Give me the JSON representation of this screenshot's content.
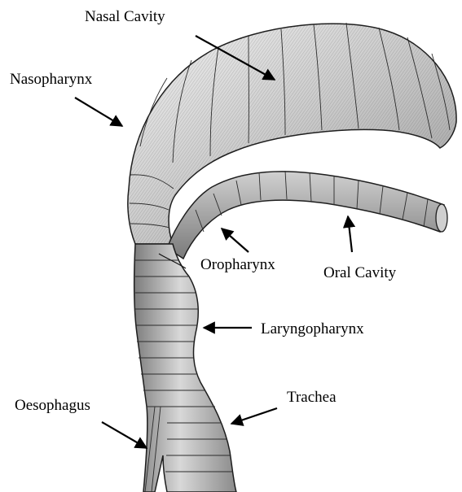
{
  "diagram": {
    "labels": {
      "nasal_cavity": "Nasal Cavity",
      "nasopharynx": "Nasopharynx",
      "oropharynx": "Oropharynx",
      "oral_cavity": "Oral Cavity",
      "laryngopharynx": "Laryngopharynx",
      "oesophagus": "Oesophagus",
      "trachea": "Trachea"
    },
    "colors": {
      "surface_light": "#e6e6e6",
      "surface_mid": "#bdbdbd",
      "surface_dark": "#8a8a8a",
      "mesh_line": "#2b2b2b",
      "arrow": "#000000"
    }
  }
}
